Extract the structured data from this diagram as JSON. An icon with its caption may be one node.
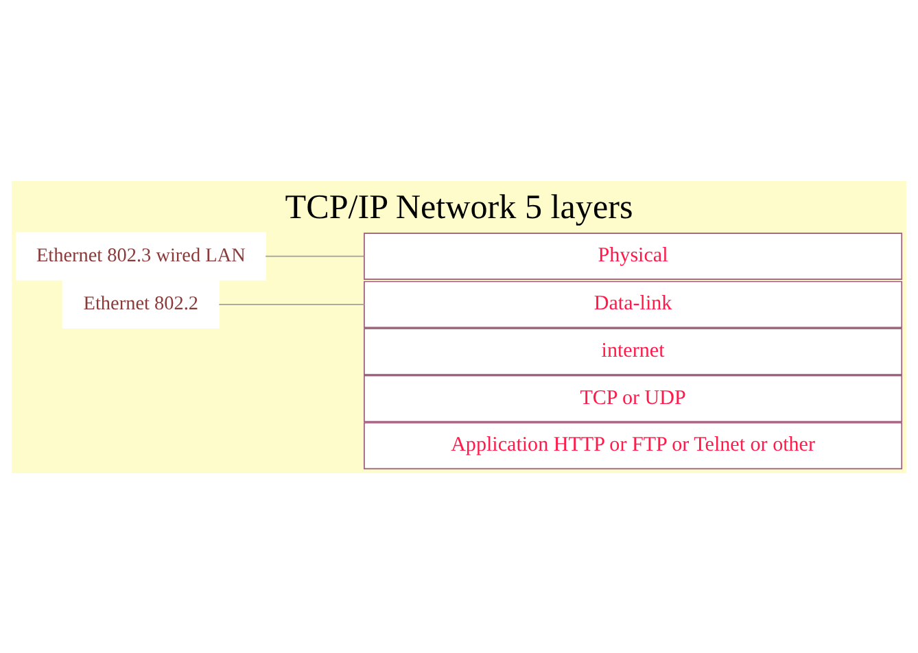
{
  "diagram": {
    "title": "TCP/IP Network 5 layers",
    "nodes": [
      {
        "text": [
          "Application HTTP or FTP or Telnet or other"
        ]
      },
      {
        "text": [
          "TCP or UDP"
        ]
      },
      {
        "text": [
          "internet"
        ]
      },
      {
        "text": [
          "Data-link"
        ]
      },
      {
        "text": [
          "Physical"
        ]
      },
      {
        "text": [
          "Ethernet 802.2"
        ]
      },
      {
        "text": [
          "Ethernet 802.3 wired LAN"
        ]
      }
    ],
    "edges": [
      {
        "from": 5,
        "to": 3,
        "arrow": "none"
      },
      {
        "from": 6,
        "to": 4,
        "arrow": "none"
      }
    ]
  }
}
